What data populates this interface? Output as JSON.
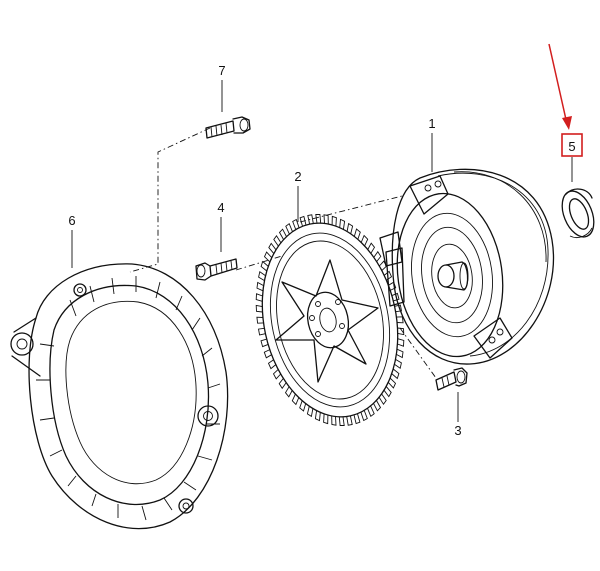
{
  "parts": [
    {
      "number": "1",
      "name": "torque-converter"
    },
    {
      "number": "2",
      "name": "flexplate"
    },
    {
      "number": "3",
      "name": "converter-bolt"
    },
    {
      "number": "4",
      "name": "flexplate-bolt"
    },
    {
      "number": "5",
      "name": "seal-ring"
    },
    {
      "number": "6",
      "name": "adapter-housing"
    },
    {
      "number": "7",
      "name": "housing-bolt"
    }
  ],
  "colors": {
    "line": "#111111",
    "highlight": "#d21e1e",
    "background": "#ffffff"
  }
}
